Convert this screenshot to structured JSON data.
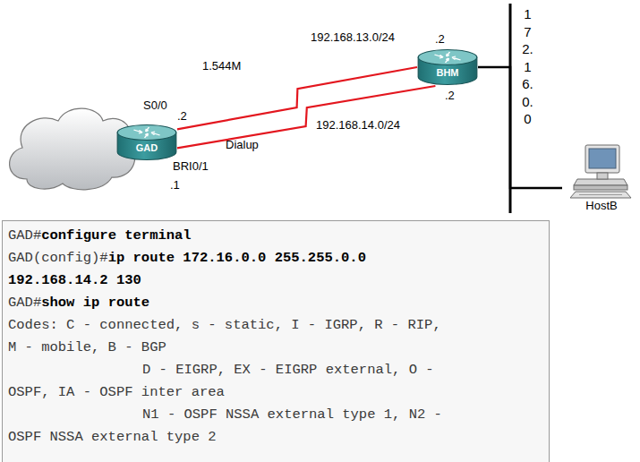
{
  "diagram": {
    "nodes": [
      {
        "text": [
          "GAD"
        ]
      },
      {
        "text": [
          "BHM"
        ]
      },
      {
        "text": [
          "HostB"
        ]
      },
      {
        "text": [
          "GAD#",
          "configure terminal",
          "GAD(config)#",
          "ip route 172.16.0.0 255.255.0.0",
          "192.168.14.2 130",
          "GAD#",
          "show ip route",
          "Codes: C - connected, s - static, I - IGRP, R - RIP,",
          "M - mobile, B - BGP",
          "D - EIGRP, EX - EIGRP external, O -",
          "OSPF, IA - OSPF inter area",
          "N1 - OSPF NSSA external type 1, N2 -",
          "OSPF NSSA external type 2"
        ]
      }
    ],
    "edges": [
      {
        "from": 0,
        "to": 1,
        "arrow": "none",
        "label": "192.168.13.0/24"
      },
      {
        "from": 0,
        "to": 1,
        "arrow": "none",
        "label": "192.168.14.0/24"
      },
      {
        "from": 1,
        "to": 2,
        "arrow": "none"
      }
    ],
    "labels": [
      "S0/0",
      ".2",
      "1.544M",
      ".2",
      "Dialup",
      ".2",
      "BRI0/1",
      ".1",
      "172.16.0.0"
    ]
  }
}
